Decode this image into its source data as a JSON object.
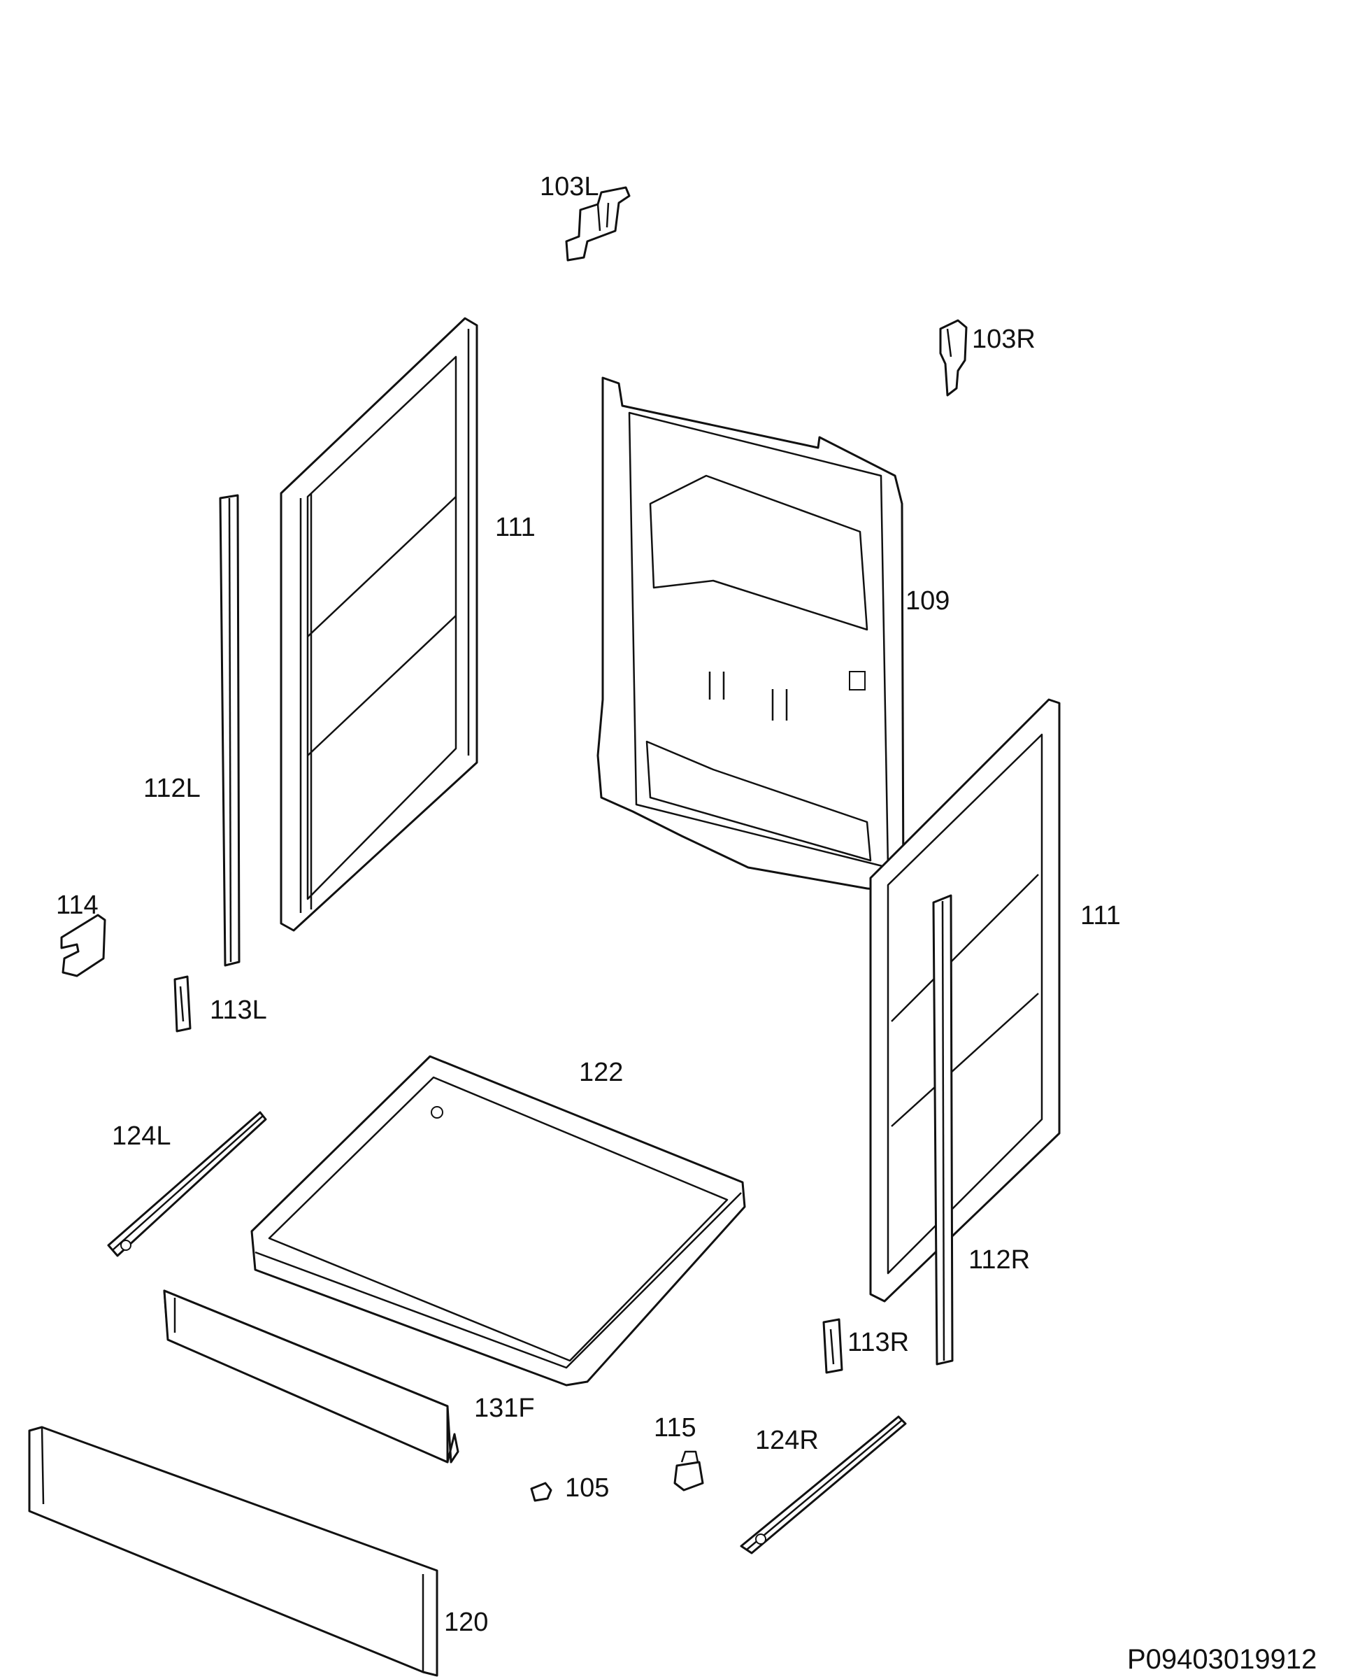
{
  "diagram": {
    "document_id": "P09403019912",
    "parts": [
      {
        "id": "103L",
        "label": "103L"
      },
      {
        "id": "103R",
        "label": "103R"
      },
      {
        "id": "111-left",
        "label": "111"
      },
      {
        "id": "109",
        "label": "109"
      },
      {
        "id": "111-right",
        "label": "111"
      },
      {
        "id": "112L",
        "label": "112L"
      },
      {
        "id": "114",
        "label": "114"
      },
      {
        "id": "113L",
        "label": "113L"
      },
      {
        "id": "122",
        "label": "122"
      },
      {
        "id": "124L",
        "label": "124L"
      },
      {
        "id": "112R",
        "label": "112R"
      },
      {
        "id": "113R",
        "label": "113R"
      },
      {
        "id": "131F",
        "label": "131F"
      },
      {
        "id": "115",
        "label": "115"
      },
      {
        "id": "124R",
        "label": "124R"
      },
      {
        "id": "105",
        "label": "105"
      },
      {
        "id": "120",
        "label": "120"
      }
    ]
  }
}
